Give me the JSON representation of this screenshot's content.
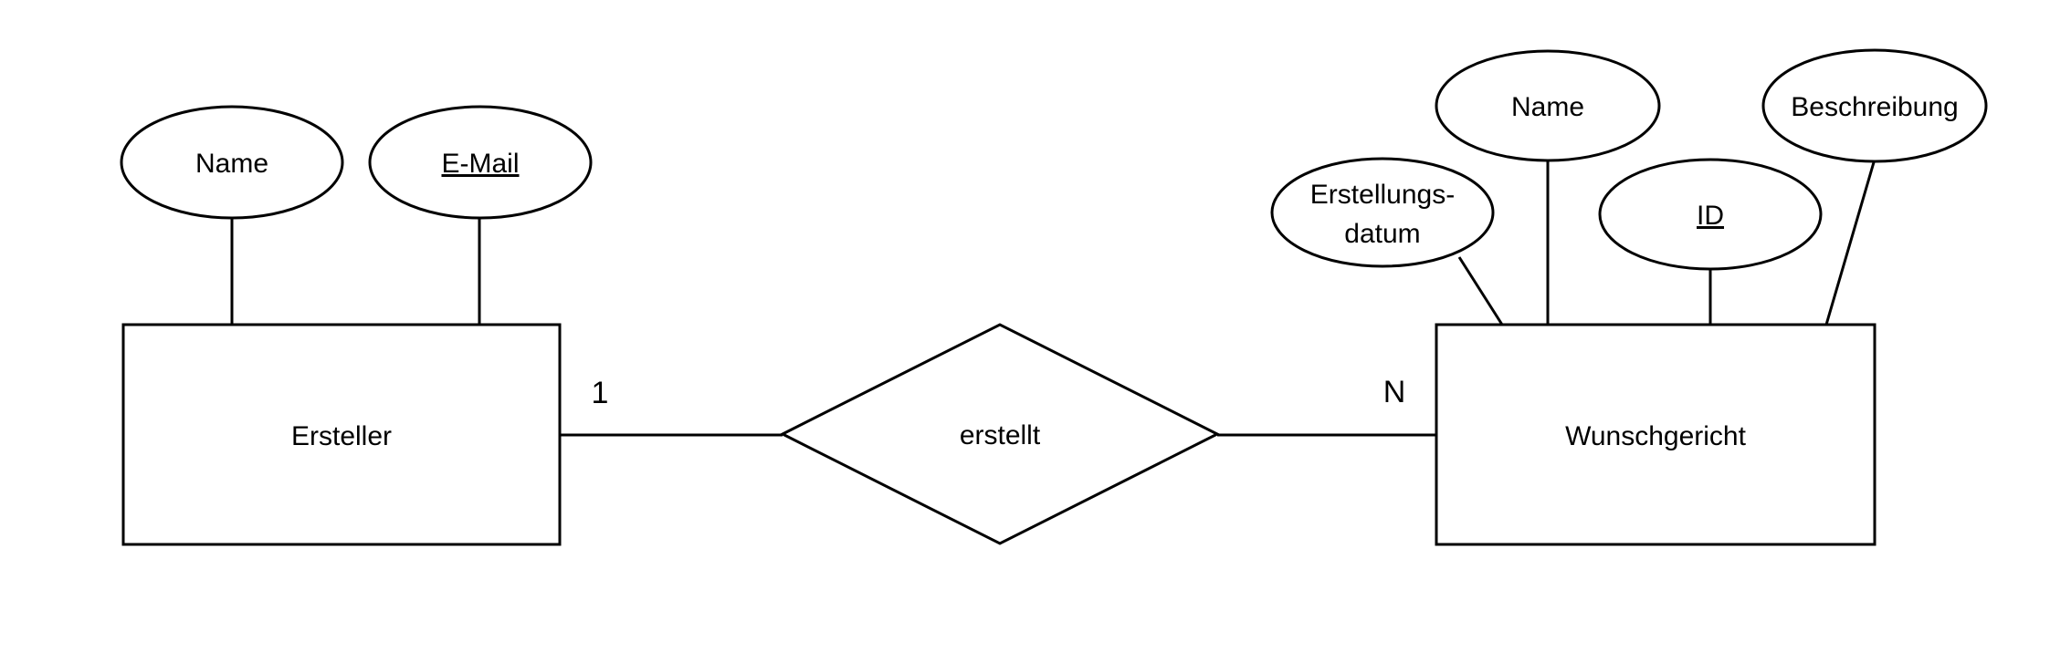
{
  "colors": {
    "background": "#ffffff",
    "stroke": "#000000",
    "text": "#000000"
  },
  "entities": [
    {
      "name": "Ersteller",
      "attributes": [
        {
          "label": "Name",
          "is_key": false
        },
        {
          "label": "E-Mail",
          "is_key": true
        }
      ]
    },
    {
      "name": "Wunschgericht",
      "attributes": [
        {
          "label": "Erstellungs-datum",
          "lines": [
            "Erstellungs-",
            "datum"
          ],
          "is_key": false
        },
        {
          "label": "Name",
          "is_key": false
        },
        {
          "label": "ID",
          "is_key": true
        },
        {
          "label": "Beschreibung",
          "is_key": false
        }
      ]
    }
  ],
  "relationship": {
    "label": "erstellt",
    "cardinality_left": "1",
    "cardinality_right": "N"
  }
}
